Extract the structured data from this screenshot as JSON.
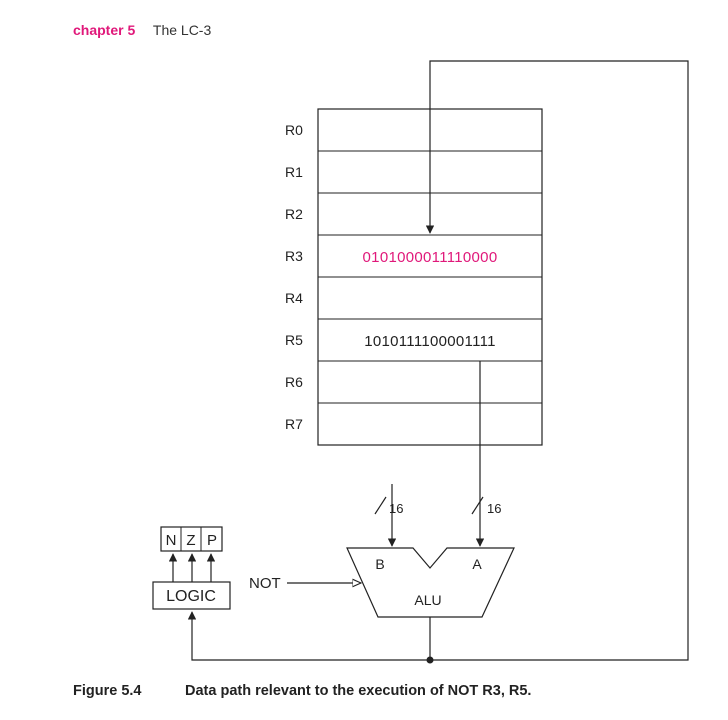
{
  "header": {
    "chapter": "chapter 5",
    "title": "The LC-3"
  },
  "registers": {
    "r0": {
      "label": "R0",
      "value": ""
    },
    "r1": {
      "label": "R1",
      "value": ""
    },
    "r2": {
      "label": "R2",
      "value": ""
    },
    "r3": {
      "label": "R3",
      "value": "0101000011110000"
    },
    "r4": {
      "label": "R4",
      "value": ""
    },
    "r5": {
      "label": "R5",
      "value": "1010111100001111"
    },
    "r6": {
      "label": "R6",
      "value": ""
    },
    "r7": {
      "label": "R7",
      "value": ""
    }
  },
  "colors": {
    "highlight": "#e0187a",
    "line": "#222222"
  },
  "alu": {
    "label": "ALU",
    "input_b": "B",
    "input_a": "A",
    "control": "NOT",
    "bus_width_b": "16",
    "bus_width_a": "16"
  },
  "nzp": {
    "n": "N",
    "z": "Z",
    "p": "P",
    "logic": "LOGIC"
  },
  "caption": {
    "number": "Figure 5.4",
    "text": "Data path relevant to the execution of NOT R3, R5."
  }
}
